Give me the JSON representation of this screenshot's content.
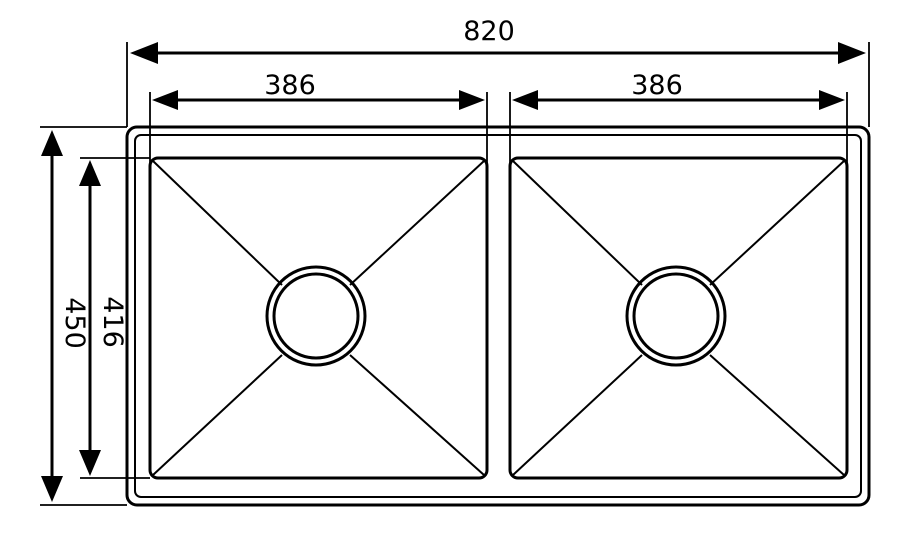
{
  "dimensions": {
    "overall_width": "820",
    "bowl_width_left": "386",
    "bowl_width_right": "386",
    "overall_depth": "450",
    "bowl_depth": "416"
  },
  "colors": {
    "line": "#000000",
    "background": "#ffffff"
  }
}
